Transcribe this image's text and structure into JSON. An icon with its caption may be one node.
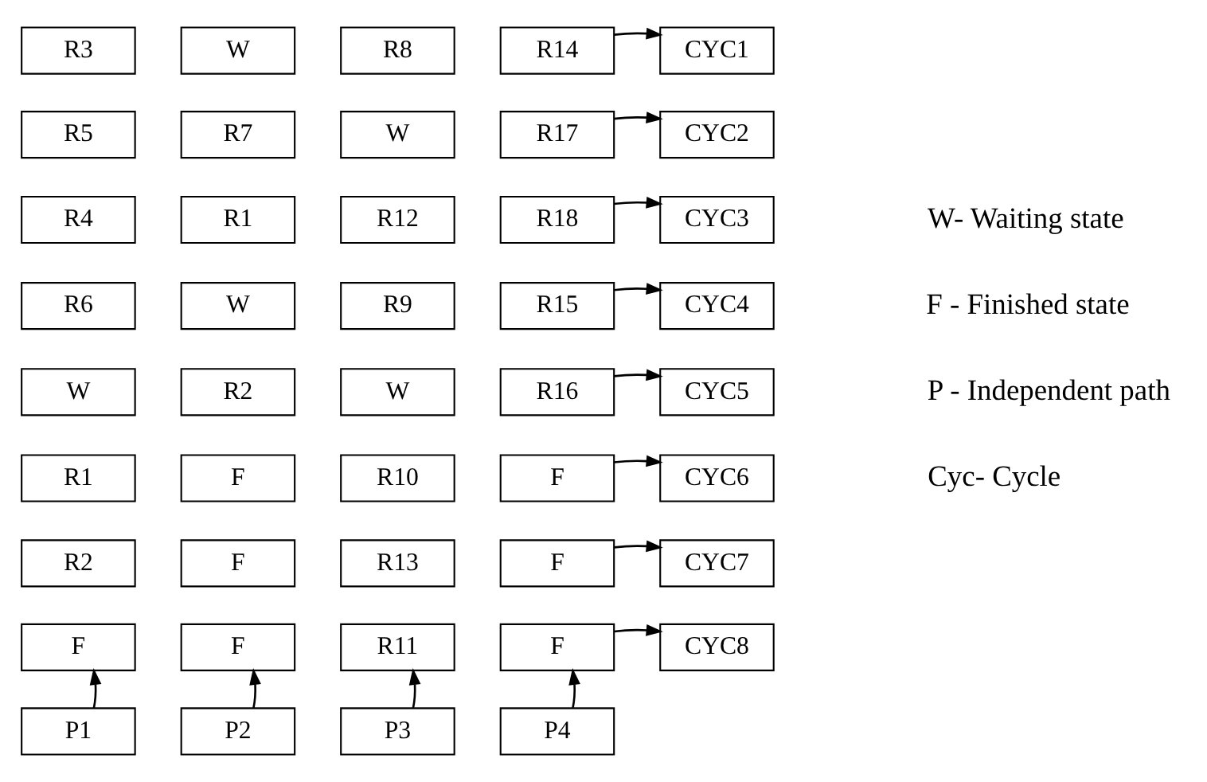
{
  "diagram": {
    "nodes": [
      {
        "text": [
          "R3"
        ]
      },
      {
        "text": [
          "W"
        ]
      },
      {
        "text": [
          "R8"
        ]
      },
      {
        "text": [
          "R14"
        ]
      },
      {
        "text": [
          "CYC1"
        ]
      },
      {
        "text": [
          "R5"
        ]
      },
      {
        "text": [
          "R7"
        ]
      },
      {
        "text": [
          "W"
        ]
      },
      {
        "text": [
          "R17"
        ]
      },
      {
        "text": [
          "CYC2"
        ]
      },
      {
        "text": [
          "R4"
        ]
      },
      {
        "text": [
          "R1"
        ]
      },
      {
        "text": [
          "R12"
        ]
      },
      {
        "text": [
          "R18"
        ]
      },
      {
        "text": [
          "CYC3"
        ]
      },
      {
        "text": [
          "R6"
        ]
      },
      {
        "text": [
          "W"
        ]
      },
      {
        "text": [
          "R9"
        ]
      },
      {
        "text": [
          "R15"
        ]
      },
      {
        "text": [
          "CYC4"
        ]
      },
      {
        "text": [
          "W"
        ]
      },
      {
        "text": [
          "R2"
        ]
      },
      {
        "text": [
          "W"
        ]
      },
      {
        "text": [
          "R16"
        ]
      },
      {
        "text": [
          "CYC5"
        ]
      },
      {
        "text": [
          "R1"
        ]
      },
      {
        "text": [
          "F"
        ]
      },
      {
        "text": [
          "R10"
        ]
      },
      {
        "text": [
          "F"
        ]
      },
      {
        "text": [
          "CYC6"
        ]
      },
      {
        "text": [
          "R2"
        ]
      },
      {
        "text": [
          "F"
        ]
      },
      {
        "text": [
          "R13"
        ]
      },
      {
        "text": [
          "F"
        ]
      },
      {
        "text": [
          "CYC7"
        ]
      },
      {
        "text": [
          "F"
        ]
      },
      {
        "text": [
          "F"
        ]
      },
      {
        "text": [
          "R11"
        ]
      },
      {
        "text": [
          "F"
        ]
      },
      {
        "text": [
          "CYC8"
        ]
      },
      {
        "text": [
          "P1"
        ]
      },
      {
        "text": [
          "P2"
        ]
      },
      {
        "text": [
          "P3"
        ]
      },
      {
        "text": [
          "P4"
        ]
      }
    ],
    "edges": [
      {
        "from": 3,
        "to": 4,
        "arrow": "to"
      },
      {
        "from": 8,
        "to": 9,
        "arrow": "to"
      },
      {
        "from": 13,
        "to": 14,
        "arrow": "to"
      },
      {
        "from": 18,
        "to": 19,
        "arrow": "to"
      },
      {
        "from": 23,
        "to": 24,
        "arrow": "to"
      },
      {
        "from": 28,
        "to": 29,
        "arrow": "to"
      },
      {
        "from": 33,
        "to": 34,
        "arrow": "to"
      },
      {
        "from": 38,
        "to": 39,
        "arrow": "to"
      },
      {
        "from": 40,
        "to": 35,
        "arrow": "to"
      },
      {
        "from": 41,
        "to": 36,
        "arrow": "to"
      },
      {
        "from": 42,
        "to": 37,
        "arrow": "to"
      },
      {
        "from": 43,
        "to": 38,
        "arrow": "to"
      }
    ],
    "labels": [
      "W- Waiting state",
      "F - Finished state",
      "P - Independent path",
      "Cyc- Cycle"
    ]
  }
}
